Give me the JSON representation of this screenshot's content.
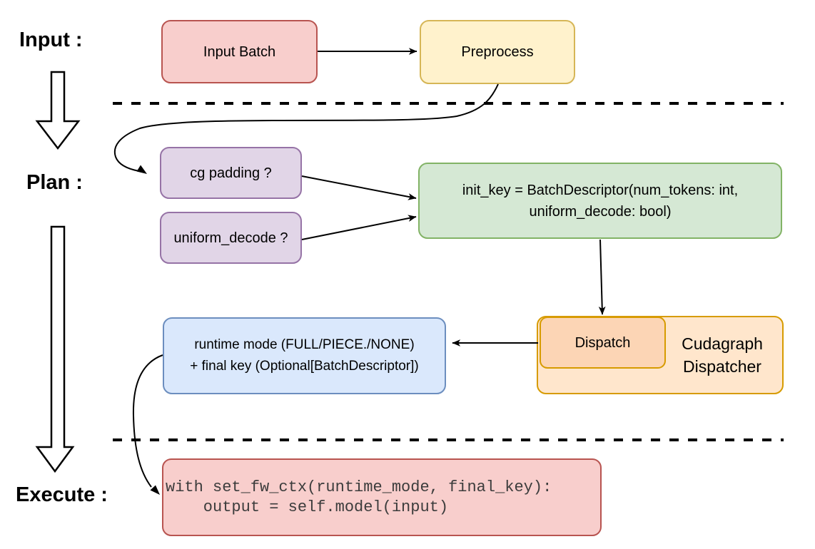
{
  "labels": {
    "input": "Input :",
    "plan": "Plan :",
    "execute": "Execute :"
  },
  "nodes": {
    "input_batch": "Input Batch",
    "preprocess": "Preprocess",
    "cg_padding": "cg padding ?",
    "uniform_decode": "uniform_decode ?",
    "init_key_line1": "init_key = BatchDescriptor(num_tokens: int,",
    "init_key_line2": "uniform_decode: bool)",
    "runtime_line1": "runtime mode (FULL/PIECE./NONE)",
    "runtime_line2": "+ final key (Optional[BatchDescriptor])",
    "dispatch": "Dispatch",
    "dispatcher_line1": "Cudagraph",
    "dispatcher_line2": "Dispatcher",
    "code_line1": "with set_fw_ctx(runtime_mode, final_key):",
    "code_line2": "    output = self.model(input)"
  },
  "colors": {
    "red_fill": "#f8cecc",
    "red_stroke": "#b85450",
    "yellow_fill": "#fff2cc",
    "yellow_stroke": "#d6b656",
    "purple_fill": "#e1d5e7",
    "purple_stroke": "#9673a6",
    "green_fill": "#d5e8d4",
    "green_stroke": "#82b366",
    "orange_fill": "#ffe6cc",
    "orange_stroke": "#d79b00",
    "dispatch_fill": "#fcd5b5",
    "blue_fill": "#dae8fc",
    "blue_stroke": "#6c8ebf",
    "connector": "#000000",
    "code_text": "#3c3c3c"
  }
}
